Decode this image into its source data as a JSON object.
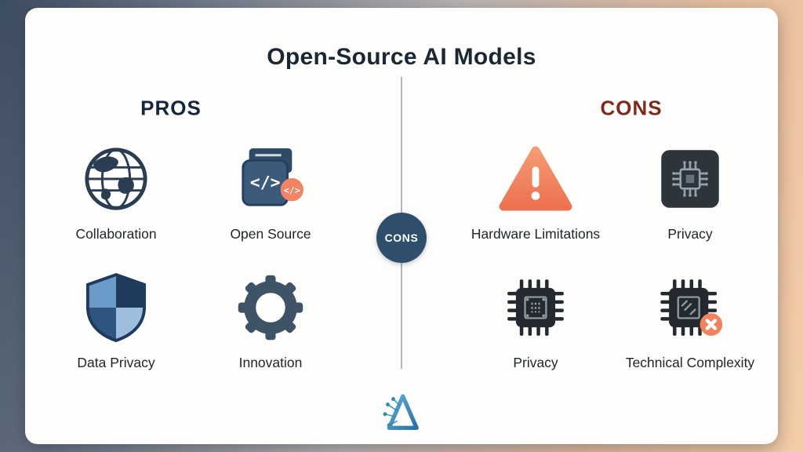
{
  "title": "Open-Source AI Models",
  "pros": {
    "heading": "PROS",
    "items": [
      {
        "label": "Collaboration",
        "icon": "globe-icon"
      },
      {
        "label": "Open Source",
        "icon": "code-window-icon"
      },
      {
        "label": "Data Privacy",
        "icon": "shield-icon"
      },
      {
        "label": "Innovation",
        "icon": "gear-icon"
      }
    ]
  },
  "cons": {
    "heading": "CONS",
    "items": [
      {
        "label": "Hardware Limitations",
        "icon": "warning-triangle-icon"
      },
      {
        "label": "Privacy",
        "icon": "processor-chip-icon"
      },
      {
        "label": "Privacy",
        "icon": "microchip-icon"
      },
      {
        "label": "Technical Complexity",
        "icon": "microchip-error-icon"
      }
    ]
  },
  "center_badge": {
    "label": "CONS"
  },
  "colors": {
    "pros_heading": "#16263a",
    "cons_heading": "#7d2a1a",
    "badge_background": "#2f4e6b",
    "accent_orange": "#f0835f",
    "icon_navy": "#2b3d52"
  }
}
